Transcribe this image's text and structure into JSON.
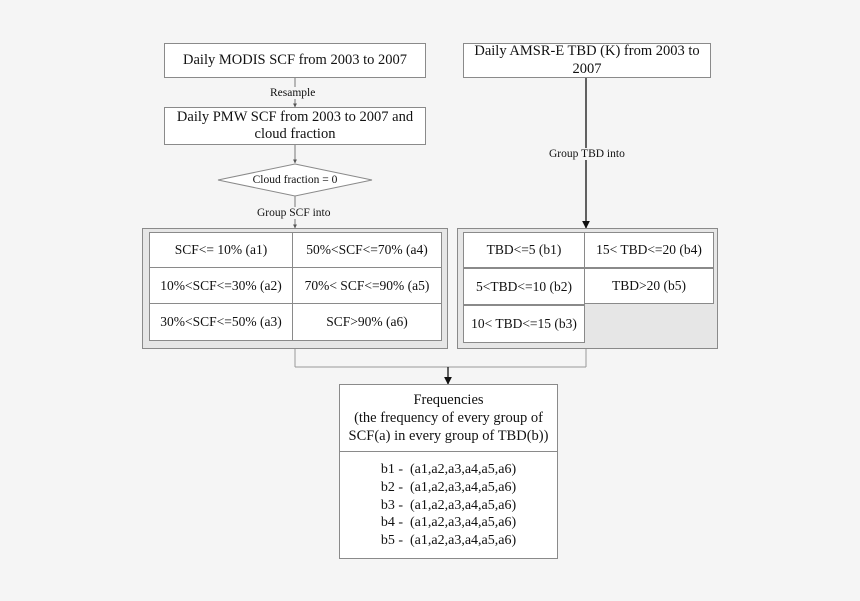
{
  "modis_box": "Daily MODIS SCF from 2003 to 2007",
  "amsr_box": "Daily AMSR-E TBD (K) from 2003 to 2007",
  "resample_label": "Resample",
  "pmw_box": "Daily PMW SCF from 2003 to 2007 and cloud fraction",
  "decision": "Cloud fraction = 0",
  "group_scf_label": "Group SCF into",
  "group_tbd_label": "Group TBD into",
  "scf_groups": [
    "SCF<= 10% (a1)",
    "50%<SCF<=70% (a4)",
    "10%<SCF<=30% (a2)",
    "70%< SCF<=90% (a5)",
    "30%<SCF<=50% (a3)",
    "SCF>90% (a6)"
  ],
  "tbd_groups": [
    "TBD<=5 (b1)",
    "15< TBD<=20 (b4)",
    "5<TBD<=10 (b2)",
    "TBD>20 (b5)",
    "10< TBD<=15 (b3)"
  ],
  "frequencies": {
    "title": "Frequencies",
    "subtitle": "(the frequency of every group of SCF(a) in every group of TBD(b))",
    "lines": [
      "b1 -  (a1,a2,a3,a4,a5,a6)",
      "b2 -  (a1,a2,a3,a4,a5,a6)",
      "b3 -  (a1,a2,a3,a4,a5,a6)",
      "b4 -  (a1,a2,a3,a4,a5,a6)",
      "b5 -  (a1,a2,a3,a4,a5,a6)"
    ]
  }
}
